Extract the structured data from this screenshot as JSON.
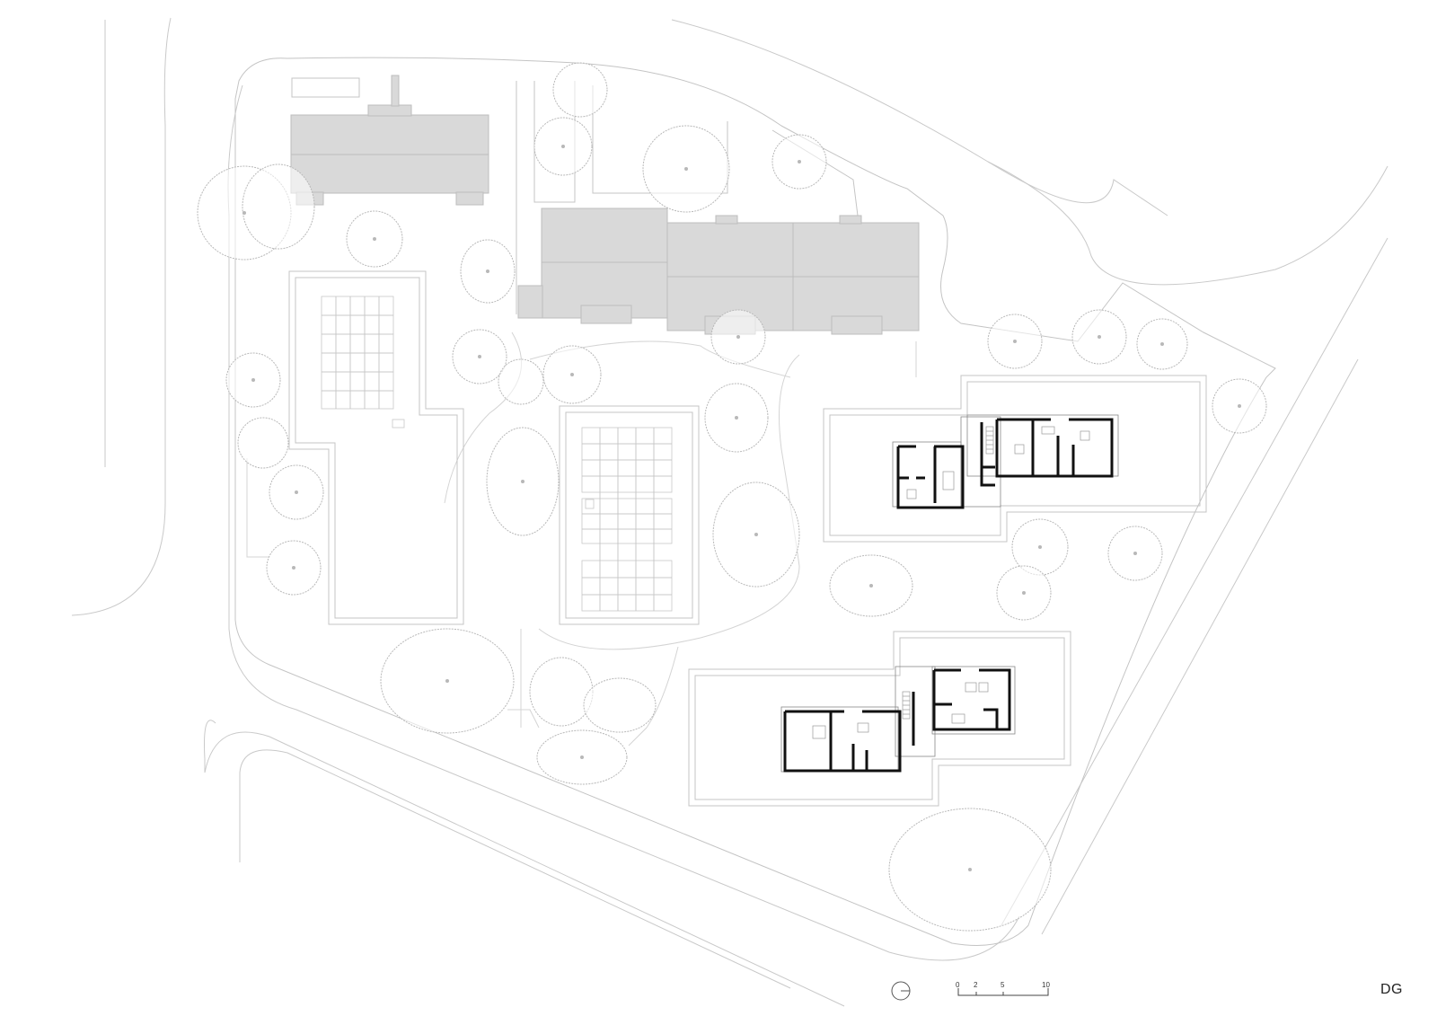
{
  "sheet_code": "DG",
  "scale_bar": {
    "ticks": [
      "0",
      "2",
      "5",
      "10"
    ]
  },
  "north_arrow": "north-arrow-icon"
}
